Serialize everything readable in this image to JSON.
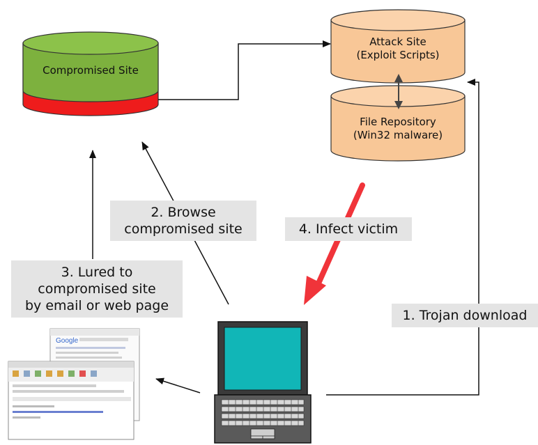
{
  "nodes": {
    "compromised_site": "Compromised Site",
    "attack_site": [
      "Attack Site",
      "(Exploit Scripts)"
    ],
    "file_repository": [
      "File Repository",
      "(Win32 malware)"
    ]
  },
  "steps": {
    "step1": "1. Trojan download",
    "step2": [
      "2. Browse",
      "compromised site"
    ],
    "step3": [
      "3. Lured to",
      "compromised site",
      "by email or web page"
    ],
    "step4": "4. Infect victim"
  },
  "colors": {
    "compromised_top": "#7db13e",
    "compromised_band": "#ee1c1c",
    "attack_fill": "#f8c797",
    "laptop_screen": "#11b6b7",
    "infect_arrow": "#f0343a"
  },
  "icons": [
    "email-window-icon",
    "laptop-icon"
  ]
}
